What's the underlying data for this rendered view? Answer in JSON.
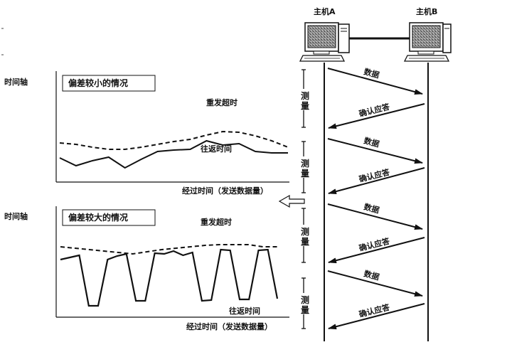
{
  "hosts": {
    "a_label": "主机A",
    "b_label": "主机B"
  },
  "sequence": {
    "measure_label": "测量",
    "data_label": "数据",
    "ack_label": "确认应答",
    "cycles": 4
  },
  "charts": [
    {
      "panel_title": "偏差较小的情况",
      "y_axis_label": "时间轴",
      "x_axis_label": "经过时间（发送数据量）",
      "timeout_label": "重发超时",
      "rtt_label": "往返时间",
      "chart_data": {
        "type": "line",
        "series": [
          {
            "name": "重发超时",
            "style": "dashed",
            "values": [
              0.27,
              0.25,
              0.21,
              0.18,
              0.18,
              0.21,
              0.25,
              0.29,
              0.32,
              0.38,
              0.43,
              0.42,
              0.37,
              0.3,
              0.21
            ]
          },
          {
            "name": "往返时间",
            "style": "solid",
            "values": [
              0.06,
              -0.05,
              0.02,
              0.07,
              -0.08,
              0.04,
              0.15,
              0.17,
              0.18,
              0.3,
              0.24,
              0.26,
              0.15,
              0.13,
              0.13
            ]
          }
        ]
      }
    },
    {
      "panel_title": "偏差较大的情况",
      "y_axis_label": "时间轴",
      "x_axis_label": "经过时间（发送数据量）",
      "timeout_label": "重发超时",
      "rtt_label": "往返时间",
      "chart_data": {
        "type": "line",
        "series": [
          {
            "name": "重发超时",
            "style": "dashed",
            "values": [
              0.78,
              0.76,
              0.74,
              0.72,
              0.7,
              0.68,
              0.71,
              0.74,
              0.76,
              0.78,
              0.8,
              0.81,
              0.81,
              0.81,
              0.78,
              0.78
            ]
          },
          {
            "name": "往返时间",
            "style": "solid",
            "values": [
              0.6,
              0.63,
              0.66,
              -0.05,
              -0.05,
              0.6,
              0.65,
              0.68,
              0.02,
              0.02,
              0.69,
              0.68,
              0.72,
              0.66,
              0.7,
              0.02,
              0.03,
              0.74,
              0.73,
              0.04,
              0.04,
              0.73,
              0.74,
              0.05
            ]
          }
        ]
      }
    }
  ]
}
